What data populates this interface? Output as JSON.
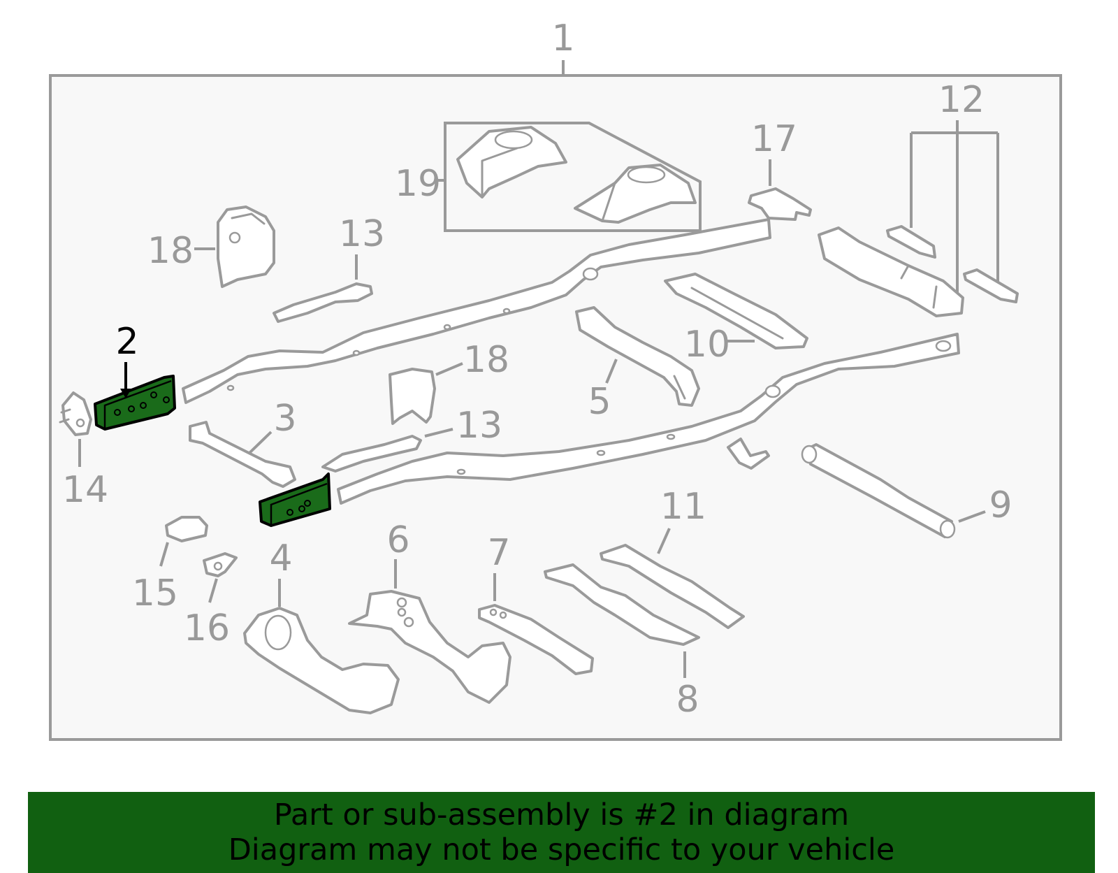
{
  "callouts": {
    "c1": "1",
    "c2": "2",
    "c3": "3",
    "c4": "4",
    "c5": "5",
    "c6": "6",
    "c7": "7",
    "c8": "8",
    "c9": "9",
    "c10": "10",
    "c11": "11",
    "c12": "12",
    "c13a": "13",
    "c13b": "13",
    "c14": "14",
    "c15": "15",
    "c16": "16",
    "c17": "17",
    "c18a": "18",
    "c18b": "18",
    "c19": "19"
  },
  "highlighted_part": "2",
  "colors": {
    "highlight_fill": "#1a6b1a",
    "banner_bg": "#116011",
    "line_gray": "#9a9a9a",
    "frame_bg": "#f8f8f8"
  },
  "banner": {
    "line1": "Part or sub-assembly is #2 in diagram",
    "line2": "Diagram may not be specific to your vehicle"
  }
}
